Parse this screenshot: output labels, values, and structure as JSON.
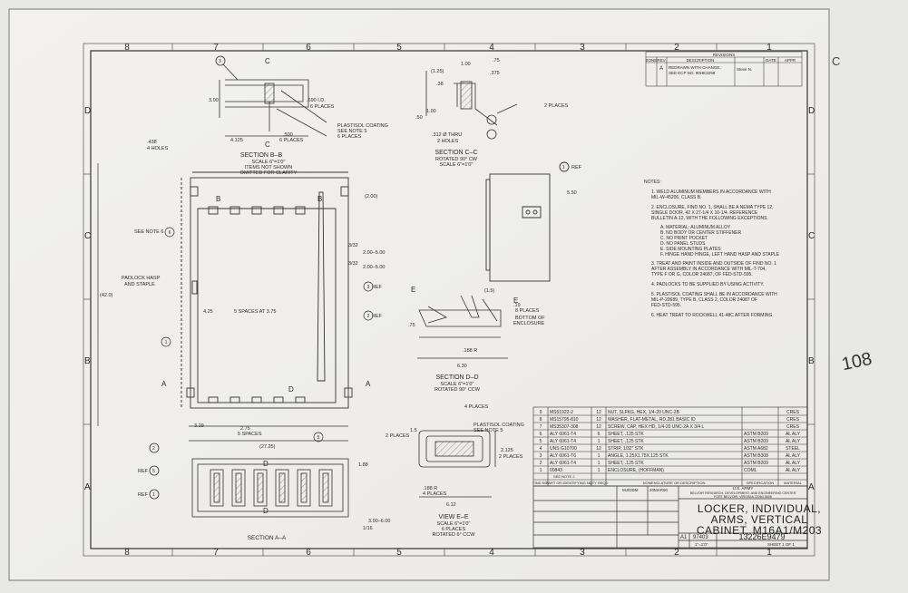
{
  "zones_top": [
    "8",
    "7",
    "6",
    "5",
    "4",
    "3",
    "2",
    "1"
  ],
  "zones_side": [
    "D",
    "C",
    "B",
    "A"
  ],
  "revision": {
    "header": "REVISIONS",
    "col_zone": "ZONE",
    "col_rev": "REV",
    "col_desc": "DESCRIPTION",
    "col_date": "DATE",
    "col_appr": "APPR",
    "rev": "A",
    "desc1": "REDRAWN WITH CHANGE,",
    "desc2": "SEE ECP NO. 90HE3298",
    "appr": "Steve N."
  },
  "labels": {
    "section_bb": "SECTION B–B",
    "scale_bb": "SCALE 6\"=1'0\"",
    "note_bb1": "ITEMS NOT SHOWN",
    "note_bb2": "OMITTED FOR CLARITY",
    "section_cc": "SECTION C–C",
    "rotated_cc": "ROTATED 90° CW",
    "scale_cc": "SCALE 6\"=1'0\"",
    "section_dd": "SECTION D–D",
    "scale_dd": "SCALE 6\"=1'0\"",
    "rotated_dd": "ROTATED 90° CCW",
    "view_ee": "VIEW E–E",
    "scale_ee": "SCALE 6\"=1'0\"",
    "places_ee": "6 PLACES",
    "rotated_ee": "ROTATED 6° CCW",
    "section_aa": "SECTION A–A",
    "padlock": "PADLOCK HASP",
    "staple": "AND STAPLE",
    "see_note6": "SEE NOTE 6",
    "spaces": "5 SPACES AT 3.75",
    "plastisol1": "PLASTISOL COATING",
    "plastisol2": "SEE NOTE 5",
    "plastisol3": "6 PLACES",
    "plastisol_e1": "PLASTISOL COATING",
    "plastisol_e2": "SEE NOTE 5",
    "bottom_encl1": "BOTTOM OF",
    "bottom_encl2": "ENCLOSURE",
    "four_places": "4 PLACES",
    "two_places": "2 PLACES",
    "two_holes": "2 HOLES",
    "thru": ".312 Ø THRU",
    "ref": "REF",
    "holes4": "4 HOLES",
    "places8": "8 PLACES",
    "id690": ".690 I.D.",
    "places6": "6 PLACES"
  },
  "dims": {
    "d100": "1.00",
    "d75": ".75",
    "d125": "(1.25)",
    "d375": ".375",
    "d38": ".38",
    "d50": ".50",
    "d300": "3.00",
    "d4125": "4.125",
    "d500": ".500",
    "d438": ".438",
    "d200": "(2.00)",
    "d550": "5.50",
    "d420": "(42.0)",
    "d425": "4.25",
    "d2500": "2.00–5.00",
    "d32a": "3/32",
    "d319": "3.19",
    "d275": "2.75",
    "sp5": "5 SPACES",
    "d2725": "(27.25)",
    "d188": "1.88",
    "d300600": "3.00–6.00",
    "d16": "1/16",
    "d15": "(1.5)",
    "d19": ".19",
    "d75b": ".75",
    "d188r": ".188 R",
    "d630": "6.30",
    "d15b": "1.5",
    "d2125": "2.125",
    "d612": "6.12",
    "d188rb": ".188 R",
    "d4pl": "4 PLACES"
  },
  "notes": {
    "title": "NOTES:",
    "items": [
      "1. WELD ALUMINUM MEMBERS IN ACCORDANCE WITH",
      "    MIL-W-45206, CLASS B.",
      "2. ENCLOSURE, FIND NO. 1, SHALL BE A NEMA TYPE 12,",
      "    SINGLE DOOR, 42 X 27-1/4 X 10-1/4. REFERENCE",
      "    BULLETIN A-12, WITH THE FOLLOWING EXCEPTIONS.",
      "A. MATERIAL: ALUMINUM ALLOY",
      "B. NO BODY OR CENTER STIFFENER",
      "C. NO PRINT POCKET",
      "D. NO PANEL STUDS",
      "E. SIDE MOUNTING PLATES",
      "F. HINGE HAND HINGE, LEFT HAND HASP AND STAPLE",
      "3. TREAT AND PAINT INSIDE AND OUTSIDE OF FIND NO. 1",
      "    AFTER ASSEMBLY IN ACCORDANCE WITH MIL-T-704,",
      "    TYPE F OR G, COLOR 24087, OF FED-STD-595.",
      "4. PADLOCKS TO BE SUPPLIED BY USING ACTIVITY.",
      "5. PLASTISOL COATING SHALL BE IN ACCORDANCE WITH",
      "    MIL-P-20689, TYPE B, CLASS 2, COLOR 24087 OF",
      "    FED-STD-595.",
      "6. HEAT TREAT TO ROCKWELL 41-48C AFTER FORMING."
    ]
  },
  "bom": [
    [
      "9",
      "MS51922-2",
      "12",
      "NUT, SLFKG, HEX, 1/4-20 UNC-2B",
      "",
      "CRES"
    ],
    [
      "8",
      "MS15795-810",
      "12",
      "WASHER, FLAT-METAL, RD.281 BASIC ID",
      "",
      "CRES"
    ],
    [
      "7",
      "MS35307-308",
      "12",
      "SCREW, CAP, HEX HD, 1/4-20 UNC-2A X 3/4 L",
      "",
      "CRES"
    ],
    [
      "6",
      "ALY 6061-T4",
      "6",
      "SHEET, .125 STK",
      "ASTM B209",
      "AL ALY"
    ],
    [
      "5",
      "ALY 6061-T4",
      "1",
      "SHEET, .125 STK",
      "ASTM B209",
      "AL ALY"
    ],
    [
      "4",
      "UNS G10700",
      "12",
      "STRIP, 1/32\" STK",
      "ASTM A682",
      "STEEL"
    ],
    [
      "3",
      "ALY 6061-T6",
      "1",
      "ANGLE, 1.25X1.75X.125 STK",
      "ASTM B308",
      "AL ALY"
    ],
    [
      "2",
      "ALY 6061-T4",
      "1",
      "SHEET, .125 STK",
      "ASTM B209",
      "AL ALY"
    ],
    [
      "1",
      "00843",
      "1",
      "ENCLOSURE, (HOFFMAN)",
      "COML",
      "AL ALY"
    ]
  ],
  "bom_header": {
    "find": "FIND NO.",
    "part": "PART OR IDENTIFYING NO.",
    "qty": "QTY REQD",
    "desc": "NOMENCLATURE OR DESCRIPTION",
    "spec": "SPECIFICATION",
    "mat": "MATERIAL",
    "see_note": "SEE NOTE 2"
  },
  "title_block": {
    "agency1": "U.S. ARMY",
    "agency2": "BELVOIR RESEARCH, DEVELOPMENT, AND ENGINEERING CENTER",
    "agency3": "FORT BELVOIR, VIRGINIA 22060-5606",
    "title1": "LOCKER, INDIVIDUAL,",
    "title2": "ARMS, VERTICAL",
    "title3": "CABINET, M16A1/M203",
    "size": "A1",
    "cage": "97403",
    "dwg_no": "13226E9479",
    "scale": "1\"=1'0\"",
    "sheet": "SHEET 1 OF 1",
    "drawn_date": "20MAR90",
    "drawn_by": "MJ/DDM"
  },
  "margin_text": {
    "corner_c": "C",
    "handwritten": "108"
  }
}
